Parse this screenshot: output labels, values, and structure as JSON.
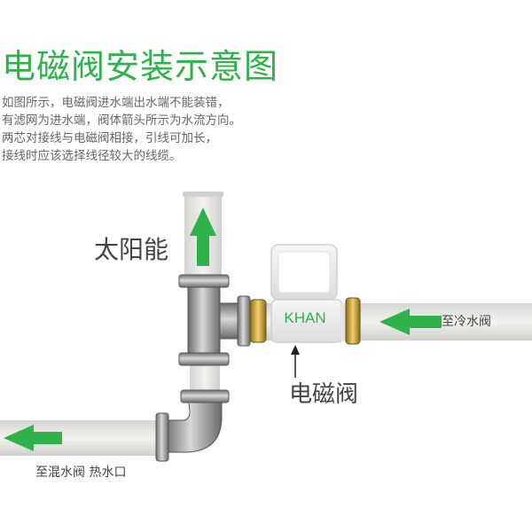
{
  "title": "电磁阀安装示意图",
  "description": [
    "如图所示，电磁阀进水端出水端不能装错，",
    "有滤网为进水端，阀体箭头所示为水流方向。",
    "两芯对接线与电磁阀相接，引线可加长，",
    "接线时应该选择线径较大的线缆。"
  ],
  "labels": {
    "solar": "太阳能",
    "valve": "电磁阀",
    "to_cold_valve": "至冷水阀",
    "to_mix_valve": "至混水阀 热水口"
  },
  "brand": "KHAN",
  "colors": {
    "accent_green": "#2db34a",
    "pipe": "#e6e6e3",
    "fitting": "#8a8a8a",
    "brass": "#c8a030"
  },
  "icons": [
    "arrow-up-icon",
    "arrow-left-icon"
  ]
}
